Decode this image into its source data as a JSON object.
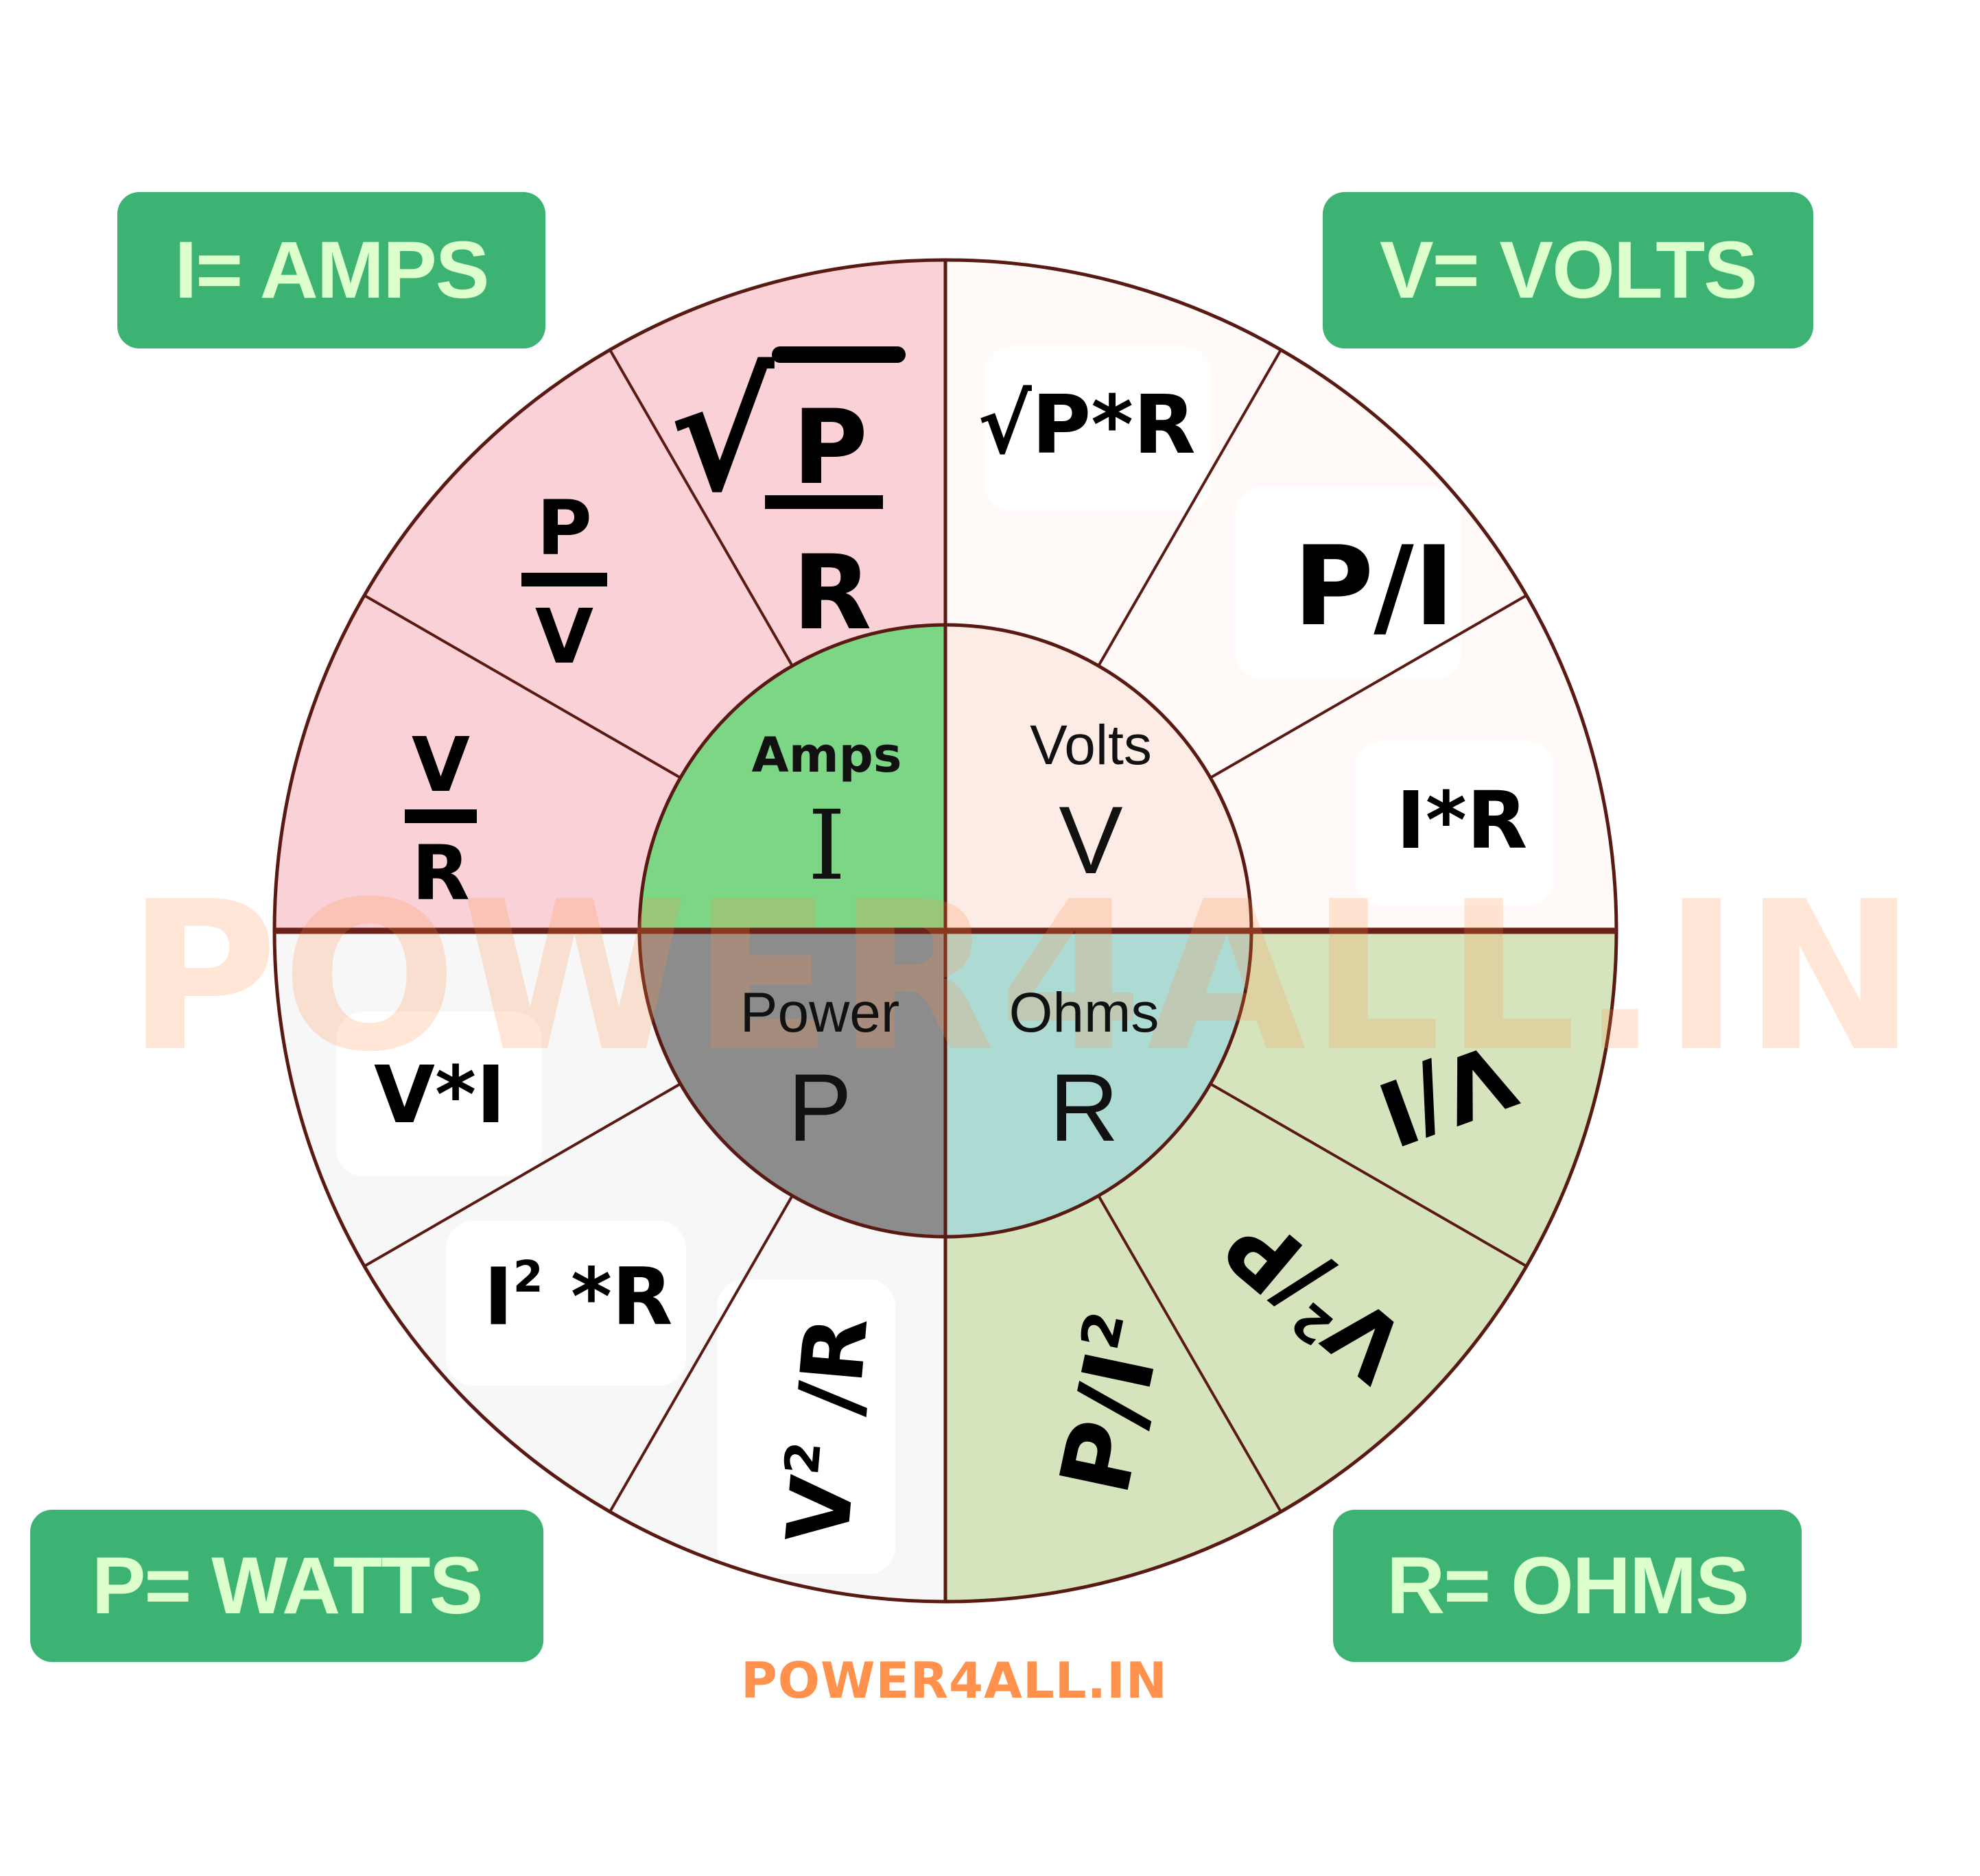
{
  "legend": {
    "amps": "I= AMPS",
    "volts": "V= VOLTS",
    "watts": "P= WATTS",
    "ohms": "R= OHMS"
  },
  "colors": {
    "legend_bg": "#3DB373",
    "legend_text": "#DDFFCC",
    "amps_outer": "#FAD1D6",
    "volts_outer": "#FFFAF8",
    "power_outer": "#F7F7F7",
    "ohms_outer": "#D5E4BD",
    "amps_inner": "#7DD686",
    "volts_inner": "#FDEBE6",
    "power_inner": "#8C8C8C",
    "ohms_inner": "#ADDAD3",
    "divider": "#5A1A14",
    "footer": "#FF914D"
  },
  "center": {
    "amps": {
      "word": "Amps",
      "symbol": "I"
    },
    "volts": {
      "word": "Volts",
      "symbol": "V"
    },
    "power": {
      "word": "Power",
      "symbol": "P"
    },
    "ohms": {
      "word": "Ohms",
      "symbol": "R"
    }
  },
  "formulas": {
    "amps": {
      "v_over_r": {
        "num": "V",
        "den": "R"
      },
      "p_over_v": {
        "num": "P",
        "den": "V"
      },
      "sqrt_p_over_r": {
        "radical": "√",
        "num": "P",
        "den": "R"
      }
    },
    "volts": {
      "sqrt_p_times_r": "√P*R",
      "p_over_i": "P/I",
      "i_times_r": "I*R"
    },
    "power": {
      "v_times_i": "V*I",
      "i2_times_r": {
        "base": "I",
        "exp": "2",
        "rest": " *R"
      },
      "v2_over_r": {
        "base": "V",
        "exp": "2",
        "rest": " /R"
      }
    },
    "ohms": {
      "v_over_i": "V/I",
      "v2_over_p": {
        "base": "V",
        "exp": "2",
        "rest": "/P"
      },
      "p_over_i2": {
        "base": "P/I",
        "exp": "2"
      }
    }
  },
  "watermark": "POWER4ALL.IN",
  "footer": "POWER4ALL.IN"
}
